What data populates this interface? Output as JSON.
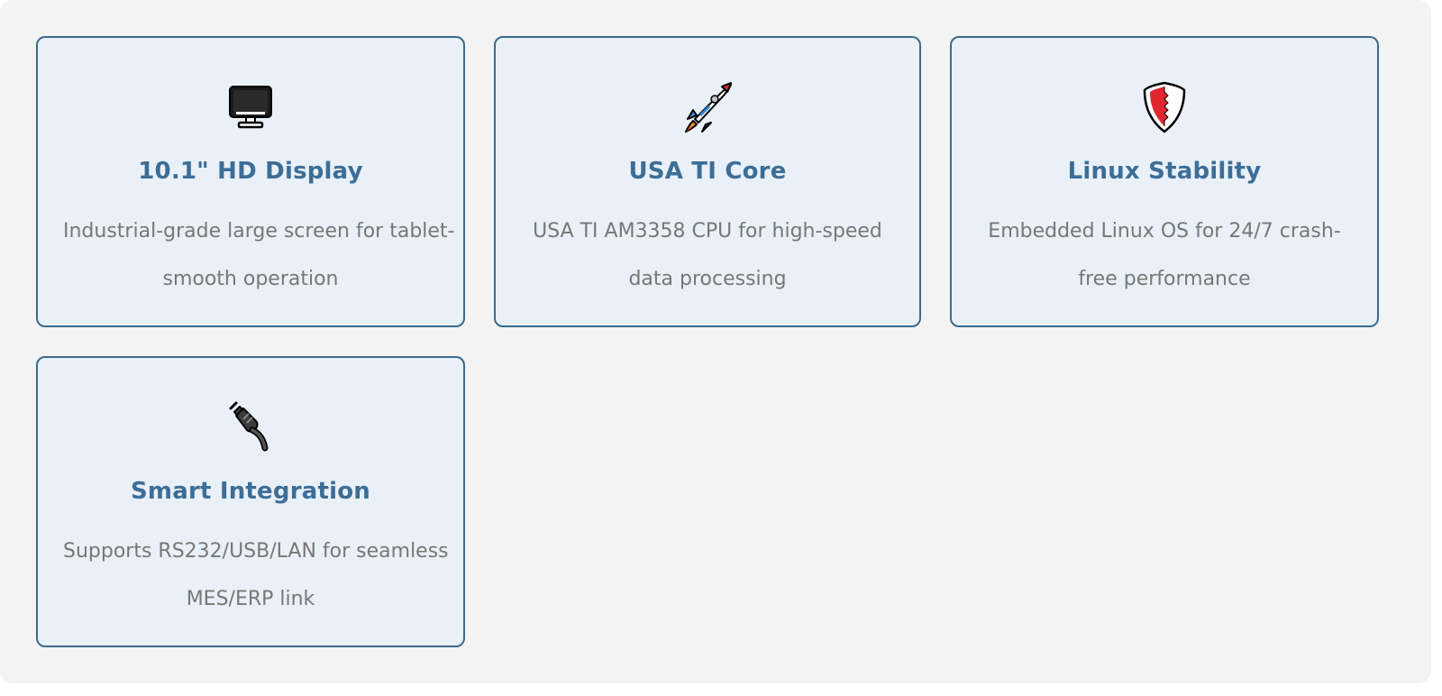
{
  "colors": {
    "panel_background": "#f3f3f3",
    "card_background": "#e9f0f7",
    "card_border": "#3a6a8f",
    "title": "#3c6e97",
    "description": "#777777"
  },
  "features": [
    {
      "icon": "monitor-icon",
      "title": "10.1\" HD Display",
      "desc_line1": "Industrial-grade large screen for tablet-",
      "desc_line2": "smooth operation"
    },
    {
      "icon": "rocket-icon",
      "title": "USA TI Core",
      "desc_line1": "USA TI AM3358 CPU for high-speed",
      "desc_line2": "data processing"
    },
    {
      "icon": "shield-icon",
      "title": "Linux Stability",
      "desc_line1": "Embedded Linux OS for 24/7 crash-",
      "desc_line2": "free performance"
    },
    {
      "icon": "plug-icon",
      "title": "Smart Integration",
      "desc_line1": "Supports RS232/USB/LAN for seamless",
      "desc_line2": "MES/ERP link"
    }
  ]
}
